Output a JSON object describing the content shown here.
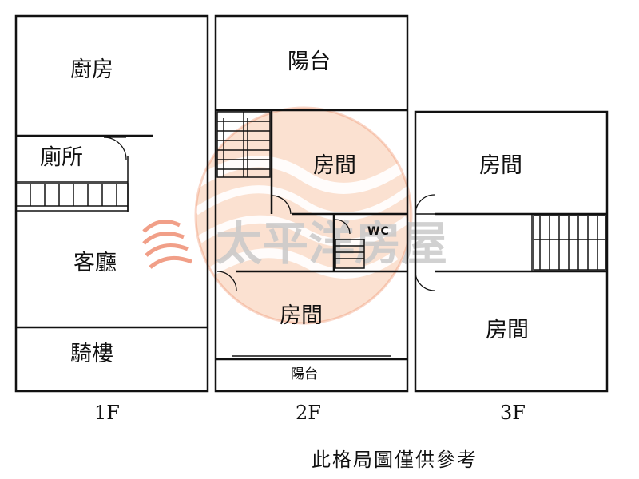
{
  "floors": {
    "f1": {
      "label": "1F",
      "rooms": {
        "kitchen": "廚房",
        "toilet": "廁所",
        "living": "客廳",
        "arcade": "騎樓"
      }
    },
    "f2": {
      "label": "2F",
      "rooms": {
        "balcony_top": "陽台",
        "room_upper": "房間",
        "wc": "WC",
        "room_lower": "房間",
        "balcony_bottom": "陽台"
      }
    },
    "f3": {
      "label": "3F",
      "rooms": {
        "room_upper": "房間",
        "room_lower": "房間"
      }
    }
  },
  "watermark": {
    "text": "太平洋房屋",
    "colors": [
      "#e8603a",
      "#f2a27a"
    ]
  },
  "disclaimer": "此格局圖僅供參考"
}
